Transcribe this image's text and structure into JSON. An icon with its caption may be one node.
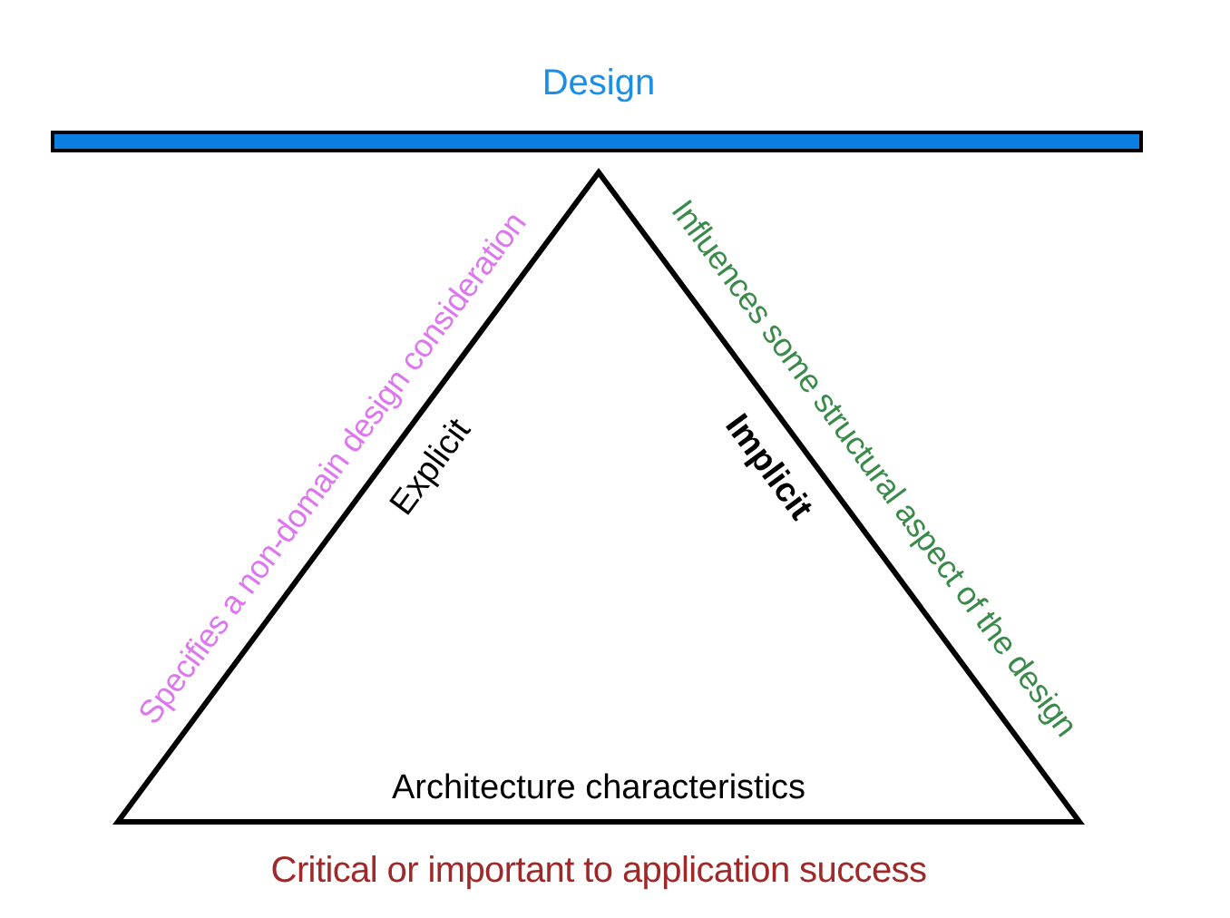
{
  "diagram": {
    "nodes": [
      {
        "text": [
          "Design"
        ]
      },
      {
        "text": [
          "Explicit",
          "Implicit",
          "Architecture characteristics"
        ]
      }
    ],
    "labels": [
      "Specifies a non-domain design consideration",
      "Influences some structural aspect of the design",
      "Critical or important to application success"
    ]
  }
}
